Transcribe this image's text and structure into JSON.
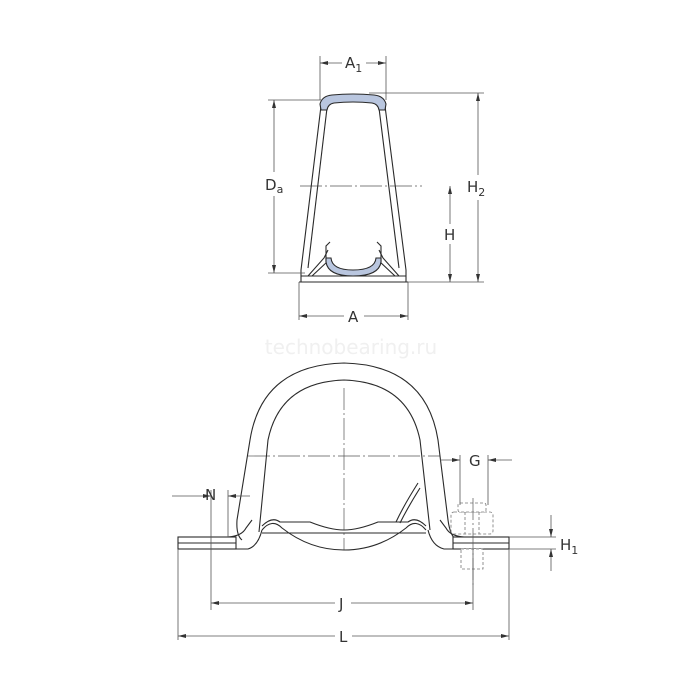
{
  "watermark": "technobearing.ru",
  "colors": {
    "outline": "#2a2a2a",
    "dimension_line": "#555555",
    "seal_fill": "#b9c6df",
    "watermark": "#f0f0f0",
    "background": "#ffffff"
  },
  "side_view": {
    "title": "side-view",
    "dimensions": {
      "A1": {
        "main": "A",
        "sub": "1"
      },
      "Da": {
        "main": "D",
        "sub": "a"
      },
      "H2": {
        "main": "H",
        "sub": "2"
      },
      "H": {
        "main": "H"
      },
      "A": {
        "main": "A"
      }
    }
  },
  "front_view": {
    "title": "front-view",
    "dimensions": {
      "N": {
        "main": "N"
      },
      "G": {
        "main": "G"
      },
      "H1": {
        "main": "H",
        "sub": "1"
      },
      "J": {
        "main": "J"
      },
      "L": {
        "main": "L"
      }
    }
  }
}
